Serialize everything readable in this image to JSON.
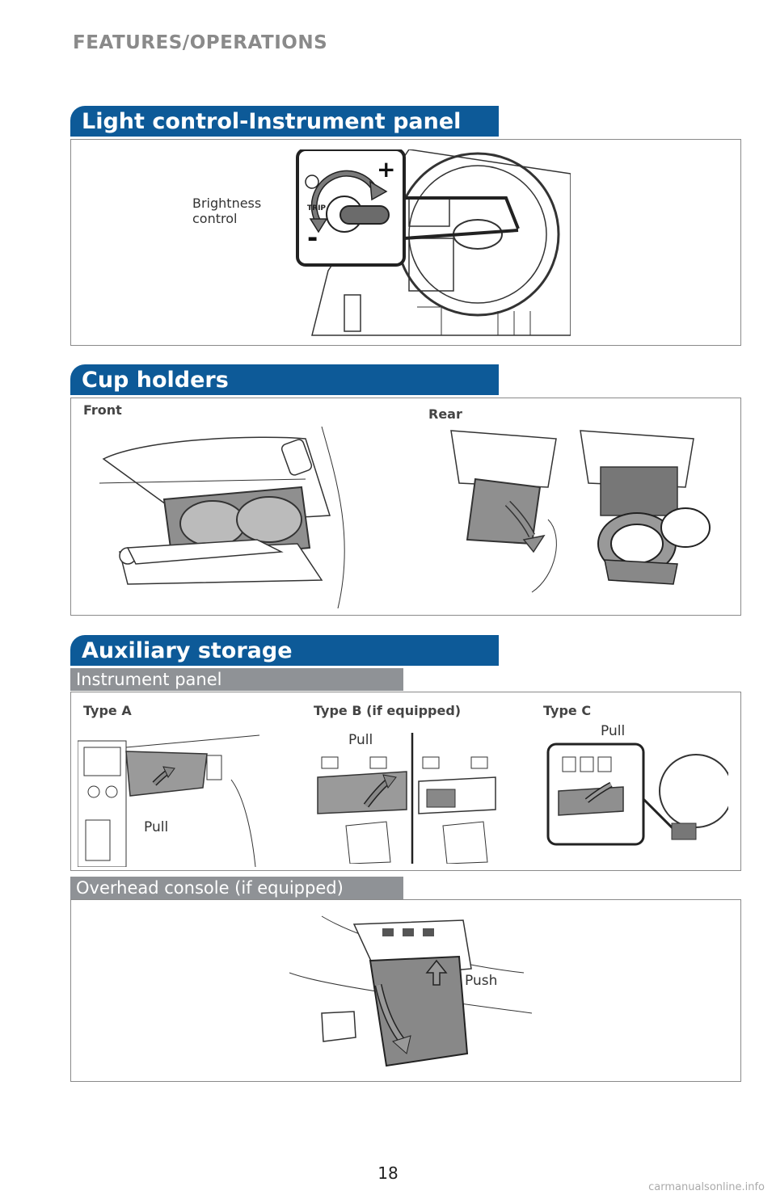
{
  "header": {
    "title": "FEATURES/OPERATIONS"
  },
  "light_control": {
    "section_title": "Light control-Instrument panel",
    "label_brightness": "Brightness\ncontrol",
    "plus": "+",
    "minus": "-"
  },
  "cup_holders": {
    "section_title": "Cup holders",
    "front_label": "Front",
    "rear_label": "Rear"
  },
  "aux_storage": {
    "section_title": "Auxiliary storage",
    "instrument_panel": {
      "subtitle": "Instrument panel",
      "type_a": "Type A",
      "type_b": "Type B (if equipped)",
      "type_c": "Type C",
      "pull_a": "Pull",
      "pull_b": "Pull",
      "pull_c": "Pull"
    },
    "overhead": {
      "subtitle": "Overhead console (if equipped)",
      "push": "Push"
    }
  },
  "footer": {
    "page_number": "18",
    "watermark": "carmanualsonline.info"
  },
  "colors": {
    "section_blue": "#0d5a98",
    "sub_gray": "#8f9296"
  }
}
